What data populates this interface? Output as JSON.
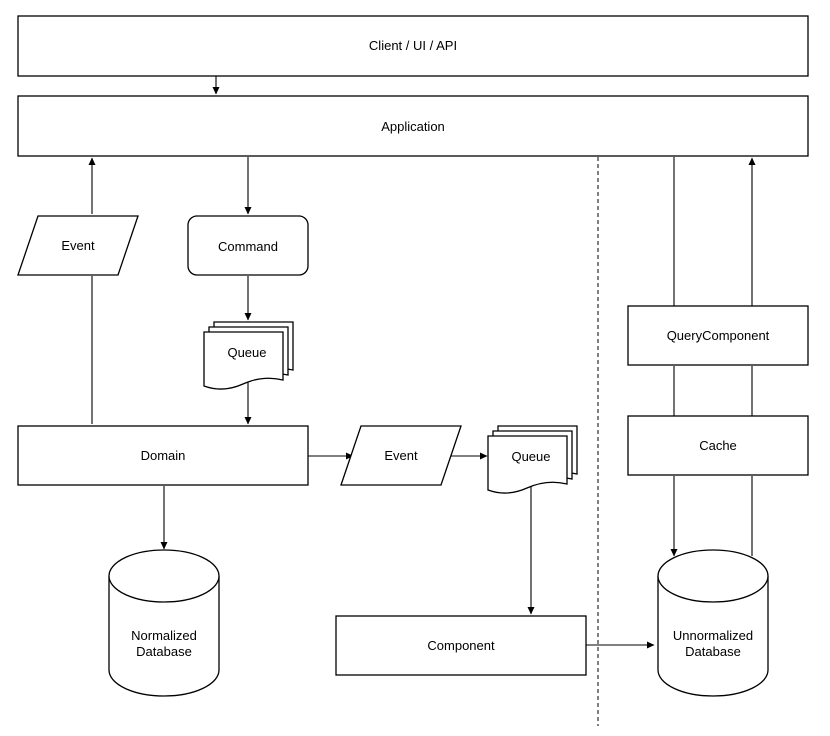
{
  "nodes": {
    "client": "Client / UI / API",
    "application": "Application",
    "event_left": "Event",
    "command": "Command",
    "queue_top": "Queue",
    "domain": "Domain",
    "event_mid": "Event",
    "queue_mid": "Queue",
    "normalized_db_line1": "Normalized",
    "normalized_db_line2": "Database",
    "component": "Component",
    "query_component": "QueryComponent",
    "cache": "Cache",
    "unnormalized_db_line1": "Unnormalized",
    "unnormalized_db_line2": "Database"
  },
  "colors": {
    "stroke": "#000000",
    "fill": "#ffffff",
    "text": "#000000"
  }
}
